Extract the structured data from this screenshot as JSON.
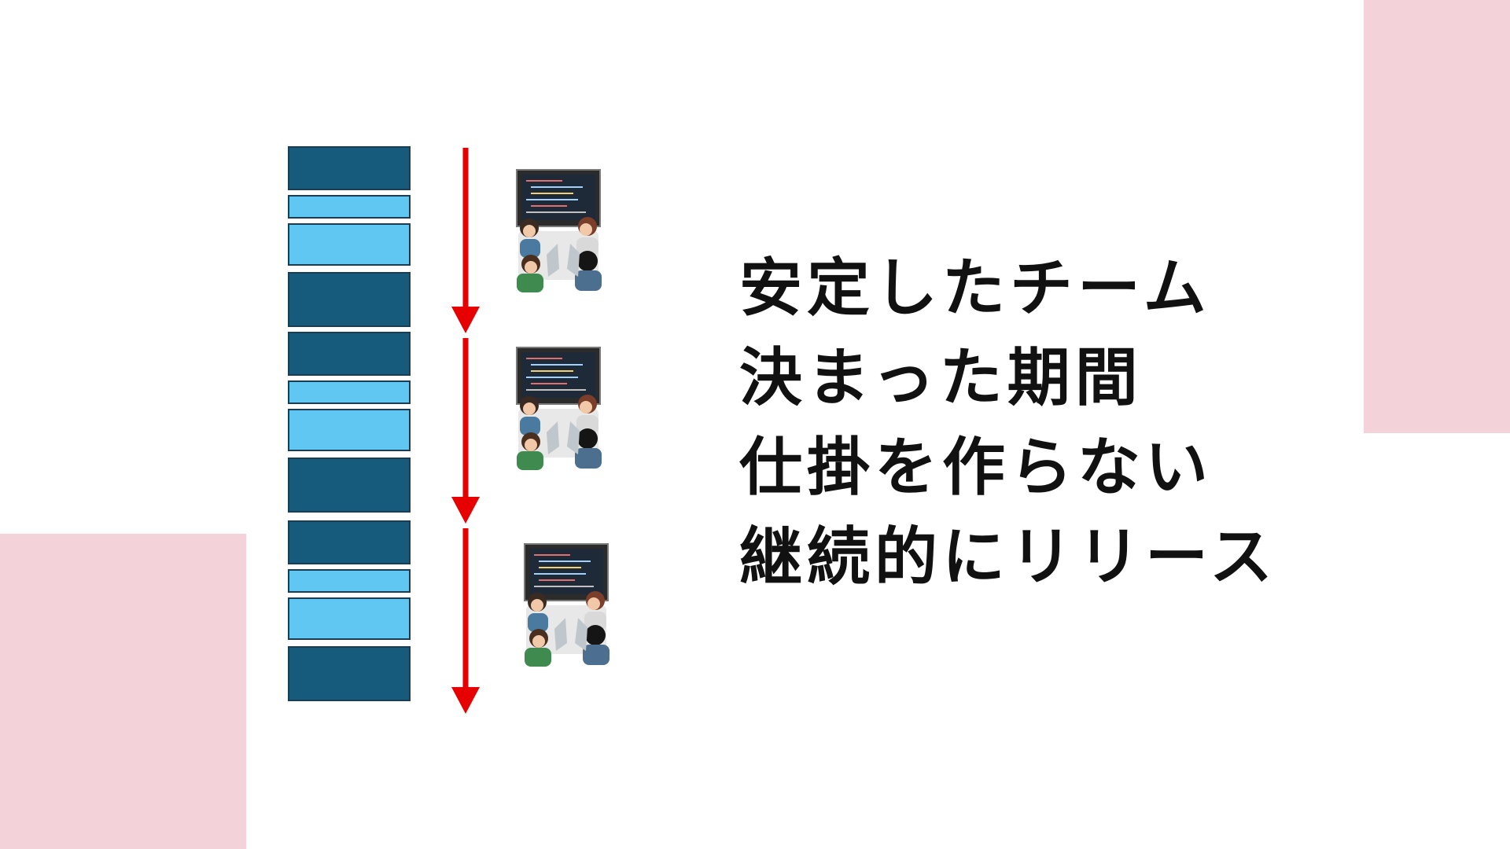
{
  "colors": {
    "background": "#ffffff",
    "corner_accent": "#f3d3d9",
    "block_dark": "#175b7c",
    "block_light": "#5fc7f1",
    "block_border": "#1b3d54",
    "arrow": "#e60000",
    "text": "#111111"
  },
  "backlog": {
    "blocks": [
      {
        "shade": "dark"
      },
      {
        "shade": "light"
      },
      {
        "shade": "light"
      },
      {
        "shade": "dark"
      },
      {
        "shade": "dark"
      },
      {
        "shade": "light"
      },
      {
        "shade": "light"
      },
      {
        "shade": "dark"
      },
      {
        "shade": "dark"
      },
      {
        "shade": "light"
      },
      {
        "shade": "light"
      },
      {
        "shade": "dark"
      }
    ]
  },
  "iterations": [
    {
      "arrow": "down-arrow",
      "icon": "team-meeting-icon"
    },
    {
      "arrow": "down-arrow",
      "icon": "team-meeting-icon"
    },
    {
      "arrow": "down-arrow",
      "icon": "team-meeting-icon"
    }
  ],
  "bullets": [
    "安定したチーム",
    "決まった期間",
    "仕掛を作らない",
    "継続的にリリース"
  ]
}
